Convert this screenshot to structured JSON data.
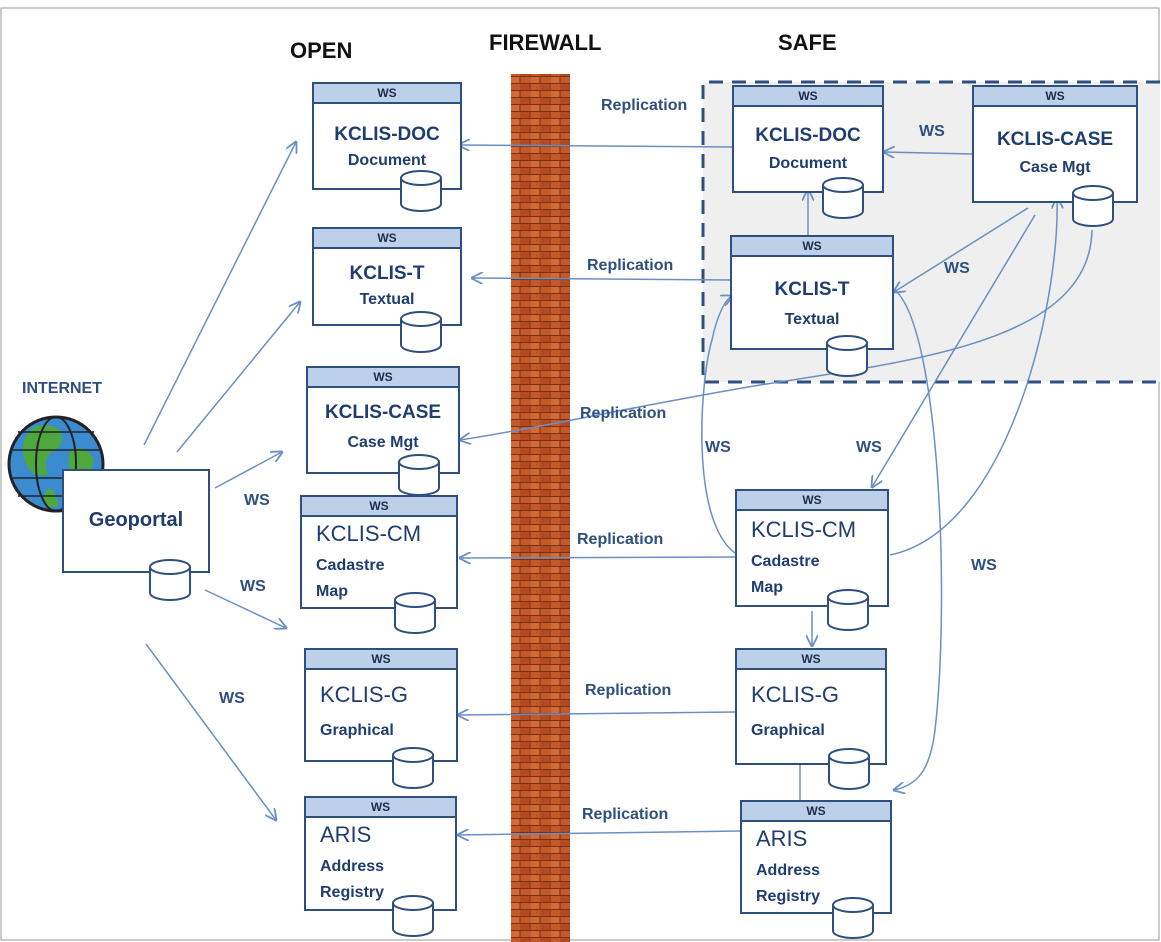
{
  "headers": {
    "open": "OPEN",
    "firewall": "FIREWALL",
    "safe": "SAFE",
    "internet": "INTERNET"
  },
  "ws_tab": "WS",
  "geoportal": "Geoportal",
  "open_zone": {
    "doc": {
      "title": "KCLIS-DOC",
      "subtitle": "Document"
    },
    "t": {
      "title": "KCLIS-T",
      "subtitle": "Textual"
    },
    "case": {
      "title": "KCLIS-CASE",
      "subtitle": "Case Mgt"
    },
    "cm": {
      "title": "KCLIS-CM",
      "line1": "Cadastre",
      "line2": "Map"
    },
    "g": {
      "title": "KCLIS-G",
      "line1": "Graphical"
    },
    "aris": {
      "title": "ARIS",
      "line1": "Address",
      "line2": "Registry"
    }
  },
  "safe_zone": {
    "doc": {
      "title": "KCLIS-DOC",
      "subtitle": "Document"
    },
    "case": {
      "title": "KCLIS-CASE",
      "subtitle": "Case Mgt"
    },
    "t": {
      "title": "KCLIS-T",
      "subtitle": "Textual"
    },
    "cm": {
      "title": "KCLIS-CM",
      "line1": "Cadastre",
      "line2": "Map"
    },
    "g": {
      "title": "KCLIS-G",
      "line1": "Graphical"
    },
    "aris": {
      "title": "ARIS",
      "line1": "Address",
      "line2": "Registry"
    }
  },
  "labels": {
    "replication": "Replication",
    "ws": "WS"
  },
  "colors": {
    "line": "#6a8fc4",
    "box_border": "#2f4f7f",
    "ws_fill": "#bcd0ea",
    "safe_bg": "#efefef",
    "brick": "#c55a2a"
  }
}
